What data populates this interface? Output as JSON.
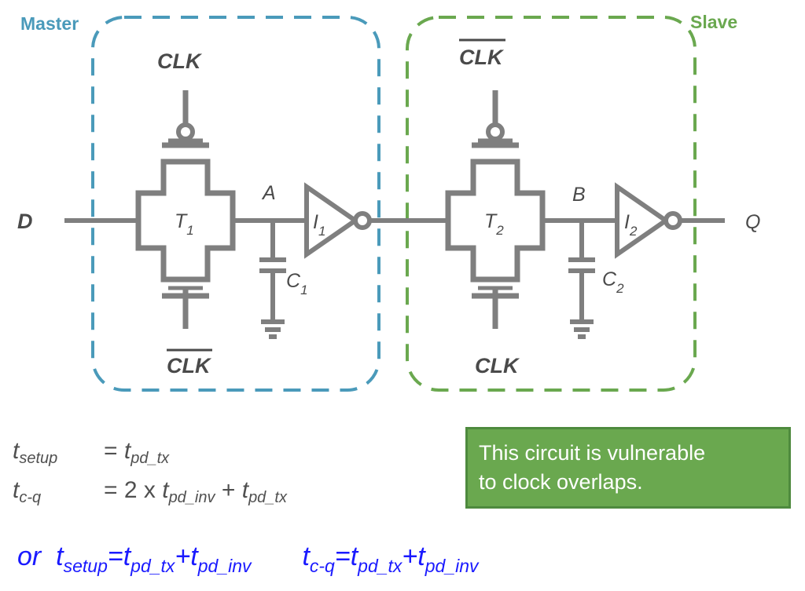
{
  "regions": {
    "master": {
      "label": "Master",
      "color": "#4a9aba"
    },
    "slave": {
      "label": "Slave",
      "color": "#6aa84f"
    }
  },
  "circuit": {
    "input": "D",
    "output": "Q",
    "t1": {
      "letter": "T",
      "sub": "1"
    },
    "t2": {
      "letter": "T",
      "sub": "2"
    },
    "i1": {
      "letter": "I",
      "sub": "1"
    },
    "i2": {
      "letter": "I",
      "sub": "2"
    },
    "c1": {
      "letter": "C",
      "sub": "1"
    },
    "c2": {
      "letter": "C",
      "sub": "2"
    },
    "node_a": "A",
    "node_b": "B",
    "t1_clk_top": "CLK",
    "t1_clk_bottom": "CLK",
    "t2_clk_top": "CLK",
    "t2_clk_bottom": "CLK",
    "wire_color": "#7f7f7f"
  },
  "equations": {
    "setup": {
      "t": "t",
      "sub": "setup",
      "rhs_t": "t",
      "rhs_sub": "pd_tx"
    },
    "cq": {
      "t": "t",
      "sub": "c-q",
      "rhs_prefix": "= 2 x",
      "rhs_t": "t",
      "rhs_sub": "pd_inv",
      "plus": "+",
      "rhs2_t": "t",
      "rhs2_sub": "pd_tx"
    }
  },
  "note": {
    "line1": "This circuit is vulnerable",
    "line2": "to clock overlaps.",
    "bg": "#6aa84f"
  },
  "alternative": {
    "or": "or",
    "setup_t": "t",
    "setup_sub": "setup",
    "eq": "=",
    "a_t": "t",
    "a_sub": "pd_tx",
    "plus": "+",
    "b_t": "t",
    "b_sub": "pd_inv",
    "cq_t": "t",
    "cq_sub": "c-q",
    "c_t": "t",
    "c_sub": "pd_tx",
    "d_t": "t",
    "d_sub": "pd_inv",
    "color": "#1a1aff"
  }
}
